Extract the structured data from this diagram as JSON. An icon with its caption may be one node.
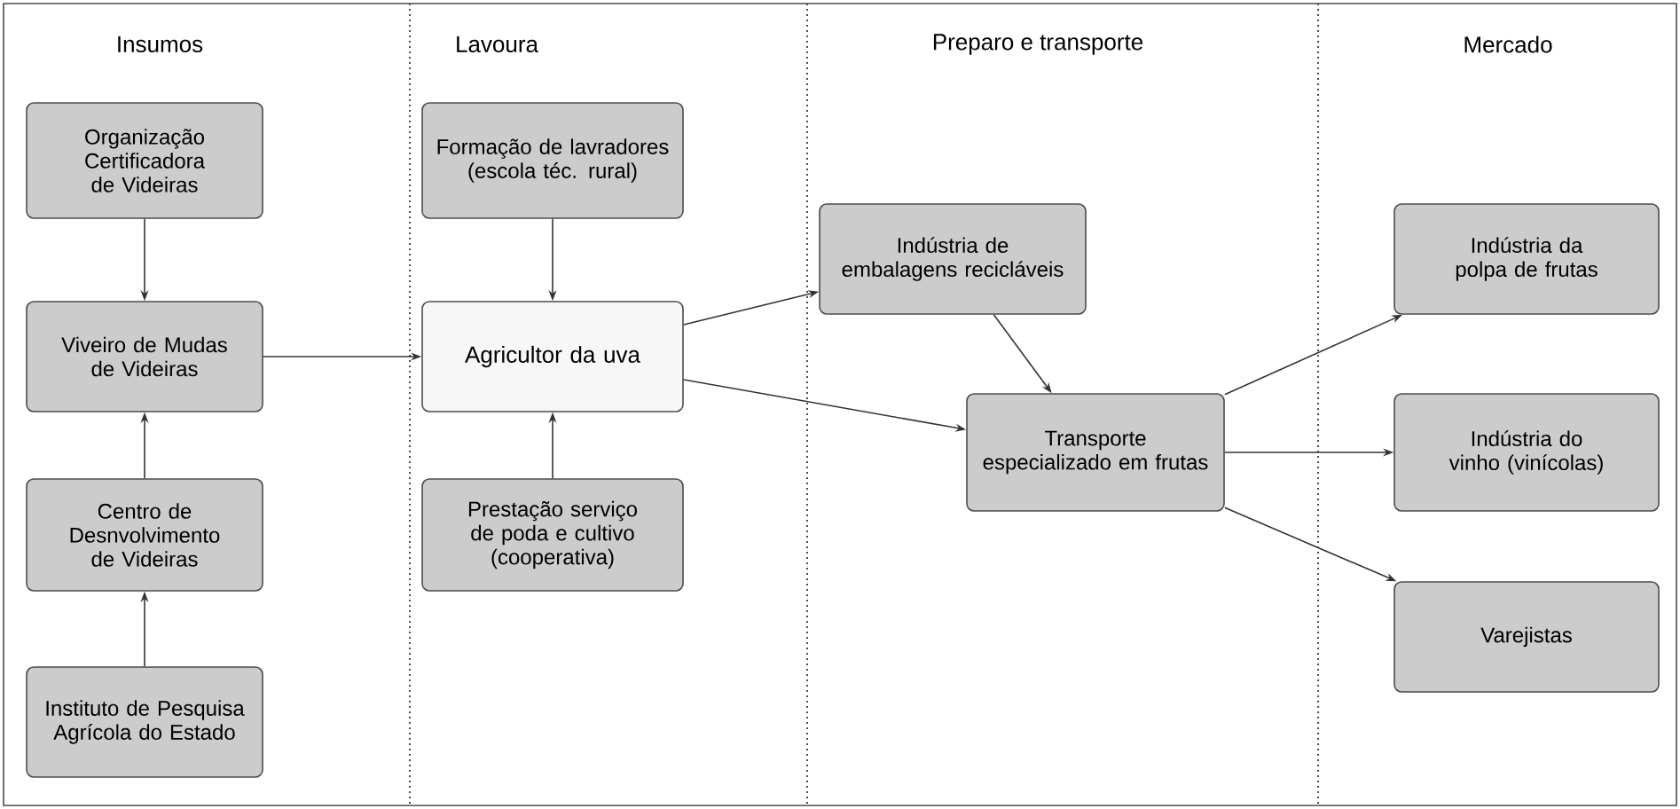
{
  "diagram": {
    "nodes": [
      {
        "text": [
          "Organização Certificadora de Videiras"
        ]
      },
      {
        "text": [
          "Viveiro de Mudas de Videiras"
        ]
      },
      {
        "text": [
          "Centro de Desnvolvimento de Videiras"
        ]
      },
      {
        "text": [
          "Instituto de Pesquisa Agrícola do Estado"
        ]
      },
      {
        "text": [
          "Formação de lavradores (escola téc. rural)"
        ]
      },
      {
        "text": [
          "Agricultor da uva"
        ]
      },
      {
        "text": [
          "Prestação serviço de poda e cultivo (cooperativa)"
        ]
      },
      {
        "text": [
          "Indústria de embalagens recicláveis"
        ]
      },
      {
        "text": [
          "Transporte especializado em frutas"
        ]
      },
      {
        "text": [
          "Indústria da polpa de frutas"
        ]
      },
      {
        "text": [
          "Indústria do vinho (vinícolas)"
        ]
      },
      {
        "text": [
          "Varejistas"
        ]
      }
    ],
    "edges": [
      {
        "from": 0,
        "to": 1,
        "arrow": "to"
      },
      {
        "from": 2,
        "to": 1,
        "arrow": "to"
      },
      {
        "from": 3,
        "to": 2,
        "arrow": "to"
      },
      {
        "from": 1,
        "to": 5,
        "arrow": "to"
      },
      {
        "from": 4,
        "to": 5,
        "arrow": "to"
      },
      {
        "from": 6,
        "to": 5,
        "arrow": "to"
      },
      {
        "from": 5,
        "to": 7,
        "arrow": "to"
      },
      {
        "from": 5,
        "to": 8,
        "arrow": "to"
      },
      {
        "from": 7,
        "to": 8,
        "arrow": "to"
      },
      {
        "from": 8,
        "to": 9,
        "arrow": "to"
      },
      {
        "from": 8,
        "to": 10,
        "arrow": "to"
      },
      {
        "from": 8,
        "to": 11,
        "arrow": "to"
      }
    ],
    "labels": [
      "Insumos",
      "Lavoura",
      "Preparo e transporte",
      "Mercado"
    ]
  }
}
